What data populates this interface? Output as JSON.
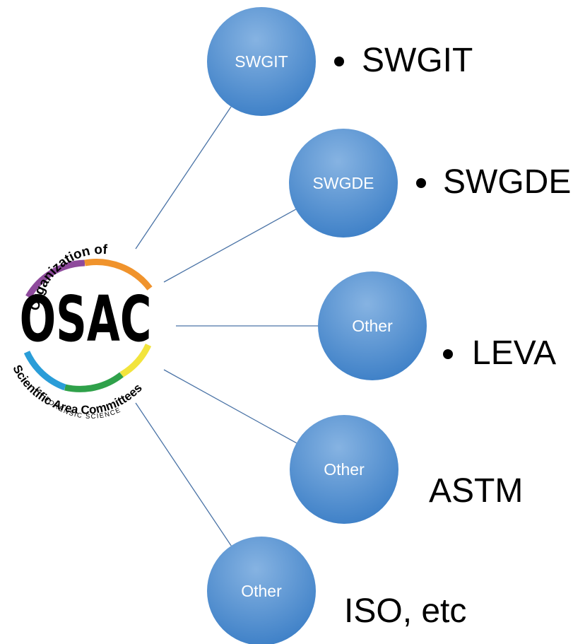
{
  "logo": {
    "top_text": "Organization of",
    "main_text": "OSAC",
    "arc_text": "Scientific Area Committees",
    "bottom_text": "for FORENSIC SCIENCE",
    "ring_colors": [
      "#8e4a9c",
      "#f0932c",
      "#f6ec3e",
      "#2fa14a",
      "#2a9dd8"
    ]
  },
  "nodes": [
    {
      "label": "SWGIT"
    },
    {
      "label": "SWGDE"
    },
    {
      "label": "Other"
    },
    {
      "label": "Other"
    },
    {
      "label": "Other"
    }
  ],
  "items": [
    {
      "text": "SWGIT",
      "bulleted": true
    },
    {
      "text": "SWGDE",
      "bulleted": true
    },
    {
      "text": "LEVA",
      "bulleted": true
    },
    {
      "text": "ASTM",
      "bulleted": false
    },
    {
      "text": "ISO, etc",
      "bulleted": false
    }
  ],
  "colors": {
    "node_top": "#79a9dc",
    "node_bottom": "#3d80c8",
    "connector": "#4a73a6",
    "text": "#000000"
  }
}
